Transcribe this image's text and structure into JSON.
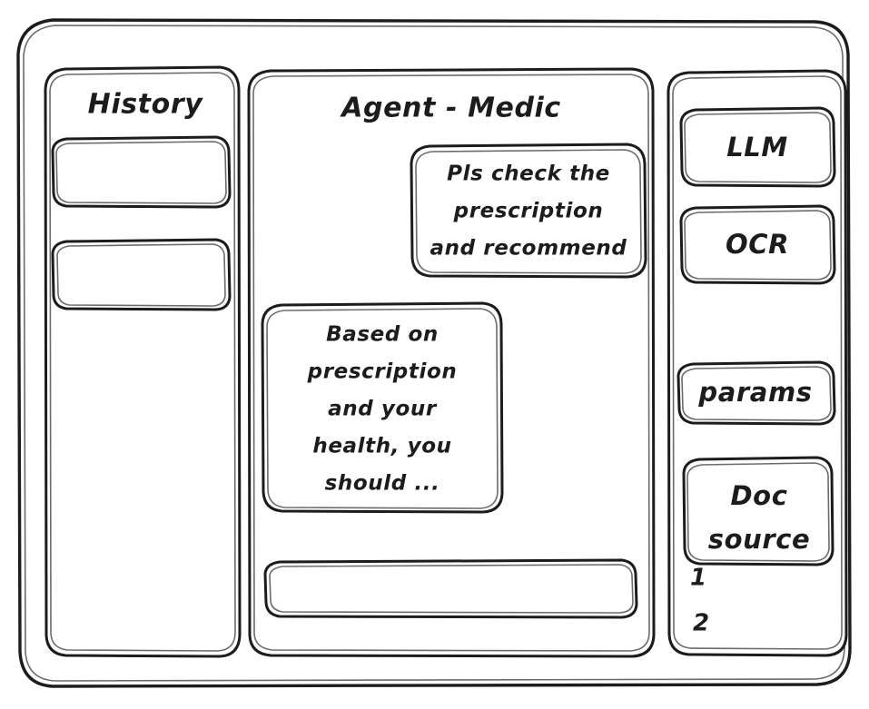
{
  "meta": {
    "style": "hand-drawn-wireframe",
    "ink_color": "#1c1c1c",
    "paper_color": "#ffffff"
  },
  "window": {
    "frame_label": "app-window"
  },
  "sidebar_left": {
    "title": "History",
    "items": [
      {
        "label": "",
        "name": "history-item-1"
      },
      {
        "label": "",
        "name": "history-item-2"
      }
    ]
  },
  "main": {
    "title": "Agent - Medic",
    "messages": [
      {
        "role": "user",
        "align": "right",
        "lines": [
          "Pls check the",
          "prescription",
          "and recommend"
        ]
      },
      {
        "role": "assistant",
        "align": "left",
        "lines": [
          "Based on",
          "prescription",
          "and your",
          "health, you",
          "should ..."
        ]
      }
    ],
    "composer": {
      "value": "",
      "placeholder": ""
    }
  },
  "sidebar_right": {
    "tools": [
      {
        "label": "LLM",
        "name": "tool-llm"
      },
      {
        "label": "OCR",
        "name": "tool-ocr"
      }
    ],
    "params": {
      "label": "params"
    },
    "doc_source": {
      "lines": [
        "Doc",
        "source"
      ]
    },
    "doc_list": [
      "1",
      "2"
    ]
  }
}
